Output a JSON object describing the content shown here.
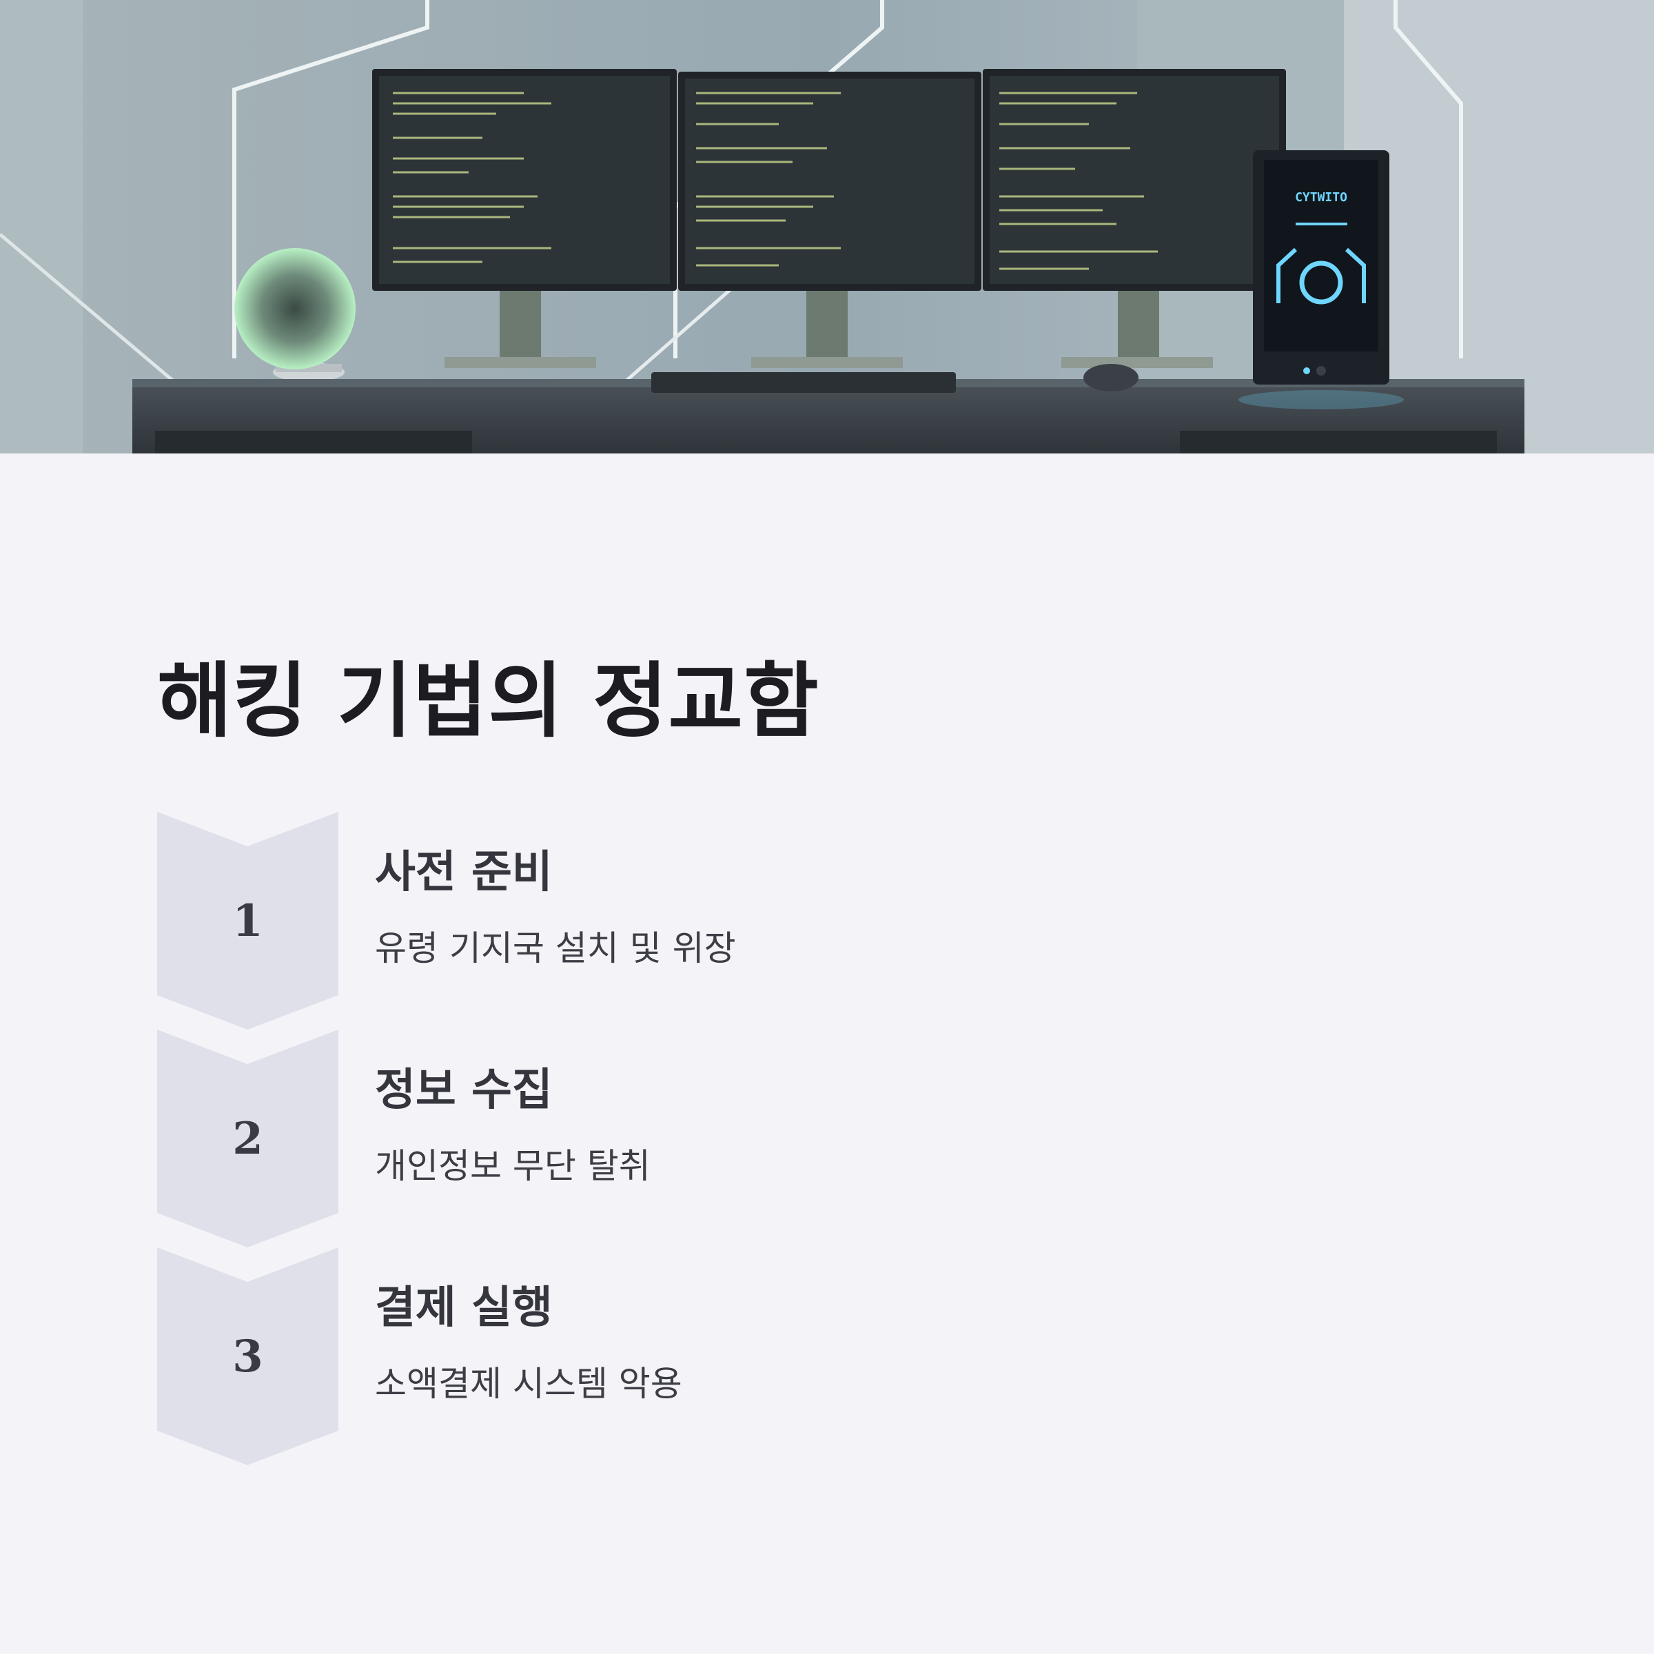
{
  "title": "해킹 기법의 정교함",
  "hero": {
    "device_label": "CYTWITO"
  },
  "steps": [
    {
      "number": "1",
      "title": "사전 준비",
      "description": "유령 기지국 설치 및 위장"
    },
    {
      "number": "2",
      "title": "정보 수집",
      "description": "개인정보 무단 탈취"
    },
    {
      "number": "3",
      "title": "결제 실행",
      "description": "소액결제 시스템 악용"
    }
  ],
  "colors": {
    "background": "#f3f3f8",
    "chevron": "#e0e0ea",
    "title": "#1c1c22",
    "text": "#35353d"
  }
}
